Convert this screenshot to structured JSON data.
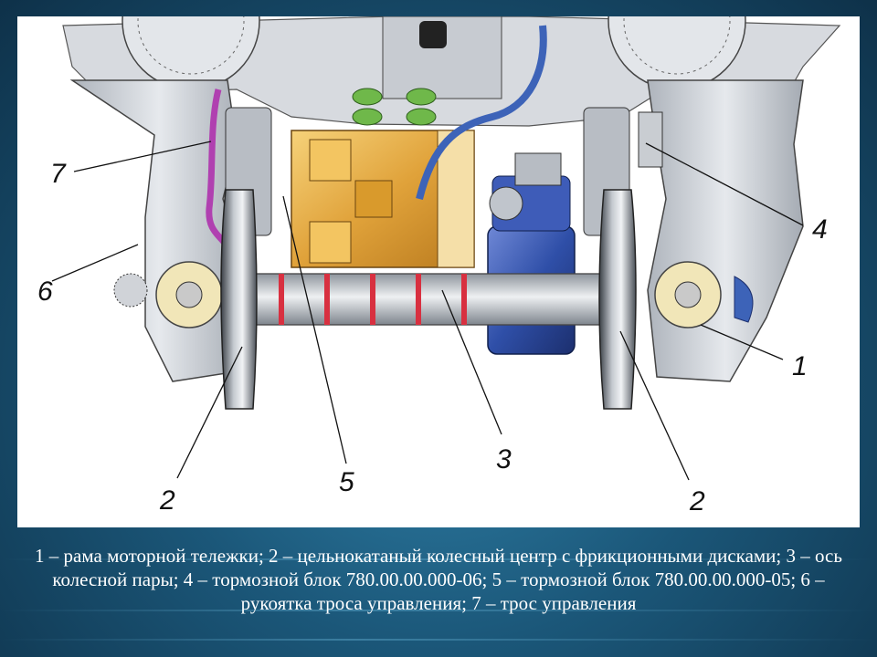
{
  "diagram": {
    "callouts": [
      {
        "id": "c7",
        "number": "7"
      },
      {
        "id": "c6",
        "number": "6"
      },
      {
        "id": "c4",
        "number": "4"
      },
      {
        "id": "c1",
        "number": "1"
      },
      {
        "id": "c2a",
        "number": "2"
      },
      {
        "id": "c5",
        "number": "5"
      },
      {
        "id": "c3",
        "number": "3"
      },
      {
        "id": "c2b",
        "number": "2"
      }
    ]
  },
  "caption": "1 – рама моторной тележки; 2 – цельнокатаный колесный центр с фрикционными дисками; 3 – ось колесной пары; 4 – тормозной блок 780.00.00.000-06; 5 – тормозной блок 780.00.00.000-05; 6 – рукоятка троса управления; 7 – трос управления",
  "colors": {
    "frame": "#c9cdd3",
    "gearbox": "#2f4fa8",
    "traction_motor": "#e0a23a",
    "cable": "#3d63b8",
    "control_cable": "#b040b0",
    "axle_marks": "#d83040"
  }
}
